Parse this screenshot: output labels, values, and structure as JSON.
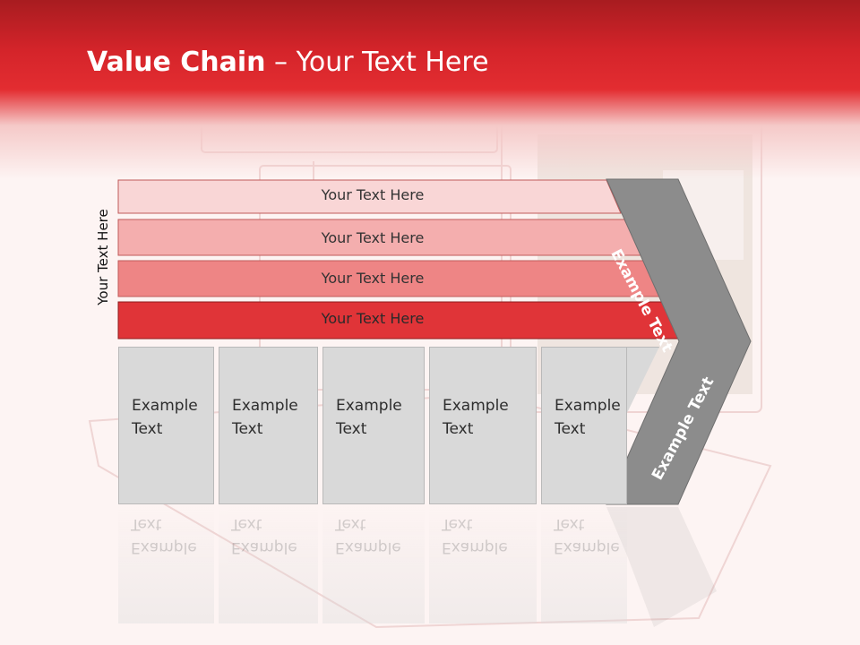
{
  "slide": {
    "title_bold": "Value Chain",
    "title_rest": " – Your Text Here"
  },
  "side_label": "Your Text Here",
  "bars": [
    {
      "label": "Your Text Here",
      "color": "#f9d6d6"
    },
    {
      "label": "Your Text Here",
      "color": "#f4aeae"
    },
    {
      "label": "Your Text Here",
      "color": "#ee8585"
    },
    {
      "label": "Your Text Here",
      "color": "#e03438"
    }
  ],
  "columns": [
    {
      "line1": "Example",
      "line2": "Text"
    },
    {
      "line1": "Example",
      "line2": "Text"
    },
    {
      "line1": "Example",
      "line2": "Text"
    },
    {
      "line1": "Example",
      "line2": "Text"
    },
    {
      "line1": "Example",
      "line2": "Text"
    }
  ],
  "chevron": {
    "upper_label": "Example Text",
    "lower_label": "Example Text",
    "color": "#8c8c8c"
  }
}
